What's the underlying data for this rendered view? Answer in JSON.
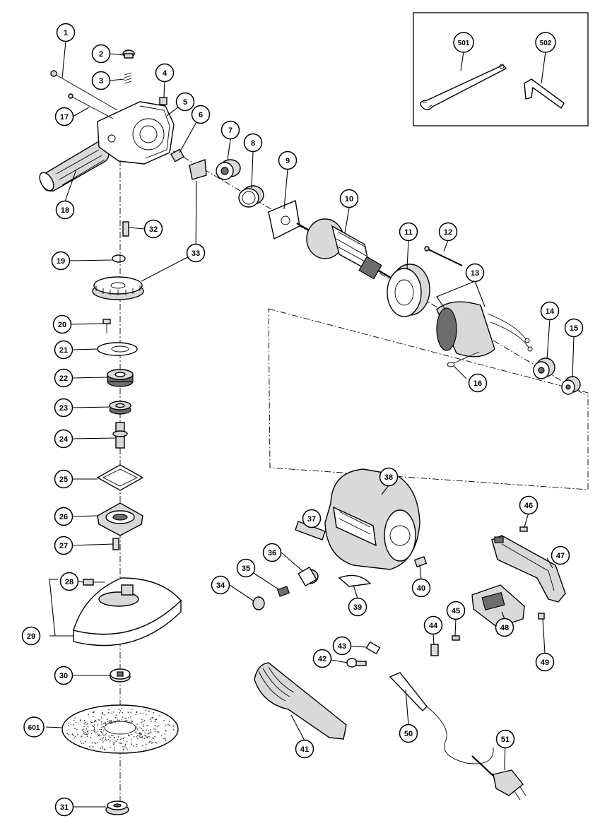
{
  "callouts": [
    {
      "label": "1"
    },
    {
      "label": "2"
    },
    {
      "label": "3"
    },
    {
      "label": "4"
    },
    {
      "label": "5"
    },
    {
      "label": "6"
    },
    {
      "label": "7"
    },
    {
      "label": "8"
    },
    {
      "label": "9"
    },
    {
      "label": "10"
    },
    {
      "label": "11"
    },
    {
      "label": "12"
    },
    {
      "label": "13"
    },
    {
      "label": "14"
    },
    {
      "label": "15"
    },
    {
      "label": "16"
    },
    {
      "label": "17"
    },
    {
      "label": "18"
    },
    {
      "label": "19"
    },
    {
      "label": "20"
    },
    {
      "label": "21"
    },
    {
      "label": "22"
    },
    {
      "label": "23"
    },
    {
      "label": "24"
    },
    {
      "label": "25"
    },
    {
      "label": "26"
    },
    {
      "label": "27"
    },
    {
      "label": "28"
    },
    {
      "label": "29"
    },
    {
      "label": "30"
    },
    {
      "label": "601"
    },
    {
      "label": "31"
    },
    {
      "label": "32"
    },
    {
      "label": "33"
    },
    {
      "label": "34"
    },
    {
      "label": "35"
    },
    {
      "label": "36"
    },
    {
      "label": "37"
    },
    {
      "label": "38"
    },
    {
      "label": "39"
    },
    {
      "label": "40"
    },
    {
      "label": "41"
    },
    {
      "label": "42"
    },
    {
      "label": "43"
    },
    {
      "label": "44"
    },
    {
      "label": "45"
    },
    {
      "label": "46"
    },
    {
      "label": "47"
    },
    {
      "label": "48"
    },
    {
      "label": "49"
    },
    {
      "label": "50"
    },
    {
      "label": "51"
    },
    {
      "label": "501"
    },
    {
      "label": "502"
    }
  ]
}
